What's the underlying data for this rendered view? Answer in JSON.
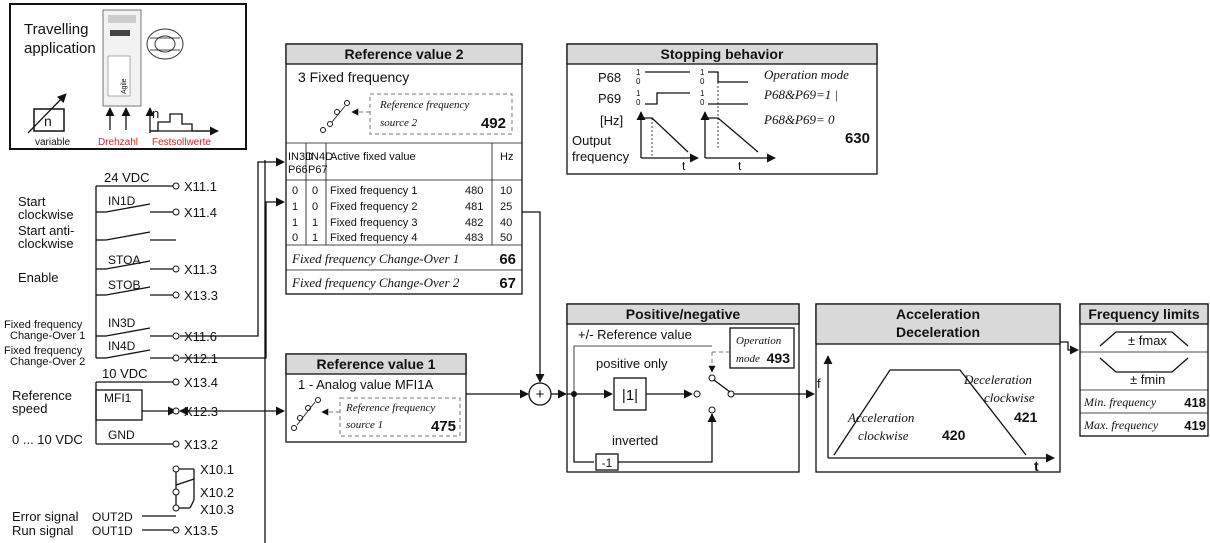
{
  "app_box": {
    "title_line1": "Travelling",
    "title_line2": "application",
    "icon_label": "n",
    "label_variable": "variable",
    "label_drehzahl": "Drehzahl",
    "label_festsollwerte": "Festsollwerte",
    "device_text": "Agile"
  },
  "terminals": {
    "supply_24": "24 VDC",
    "supply_10": "10 VDC",
    "x11_1": "X11.1",
    "x11_4": "X11.4",
    "x11_3": "X11.3",
    "x13_3": "X13.3",
    "x11_6": "X11.6",
    "x12_1": "X12.1",
    "x13_4": "X13.4",
    "x12_3": "X12.3",
    "x13_2": "X13.2",
    "x10_1": "X10.1",
    "x10_2": "X10.2",
    "x10_3": "X10.3",
    "x13_5": "X13.5",
    "in1d": "IN1D",
    "stoa": "STOA",
    "stob": "STOB",
    "in3d": "IN3D",
    "in4d": "IN4D",
    "mfi1": "MFI1",
    "gnd": "GND",
    "out2d": "OUT2D",
    "out1d": "OUT1D",
    "start_cw_1": "Start",
    "start_cw_2": "clockwise",
    "start_acw_1": "Start anti-",
    "start_acw_2": "clockwise",
    "enable": "Enable",
    "ffc1_1": "Fixed frequency",
    "ffc1_2": "Change-Over  1",
    "ffc2_1": "Fixed frequency",
    "ffc2_2": "Change-Over  2",
    "ref_speed_1": "Reference",
    "ref_speed_2": "speed",
    "range": "0 ... 10 VDC",
    "error_signal": "Error signal",
    "run_signal": "Run signal"
  },
  "ref2": {
    "title": "Reference value 2",
    "subtitle": "3 Fixed frequency",
    "source_l1": "Reference  frequency",
    "source_l2": "source 2",
    "source_num": "492",
    "col1a": "IN3D",
    "col1b": "P66",
    "col2a": "IN4D",
    "col2b": "P67",
    "col3": "Active fixed value",
    "col4": "Hz",
    "rows": [
      {
        "a": "0",
        "b": "0",
        "name": "Fixed frequency 1",
        "p": "480",
        "hz": "10"
      },
      {
        "a": "1",
        "b": "0",
        "name": "Fixed frequency 2",
        "p": "481",
        "hz": "25"
      },
      {
        "a": "1",
        "b": "1",
        "name": "Fixed frequency 3",
        "p": "482",
        "hz": "40"
      },
      {
        "a": "0",
        "b": "1",
        "name": "Fixed frequency 4",
        "p": "483",
        "hz": "50"
      }
    ],
    "changeover1": "Fixed frequency Change-Over 1",
    "changeover1_num": "66",
    "changeover2": "Fixed frequency Change-Over 2",
    "changeover2_num": "67"
  },
  "ref1": {
    "title": "Reference value 1",
    "subtitle": "1 - Analog value MFI1A",
    "source_l1": "Reference frequency",
    "source_l2": "source  1",
    "source_num": "475"
  },
  "stopping": {
    "title": "Stopping behavior",
    "p68": "P68",
    "p69": "P69",
    "one": "1",
    "zero": "0",
    "hz": "[Hz]",
    "out1": "Output",
    "out2": "frequency",
    "t": "t",
    "mode_l1": "Operation mode",
    "mode_l2": "P68&P69=1 |",
    "mode_l3": "P68&P69= 0",
    "num": "630"
  },
  "posneg": {
    "title": "Positive/negative",
    "ref_label": "+/- Reference value",
    "positive": "positive only",
    "abs": "|1|",
    "inverted": "inverted",
    "minus1": "-1",
    "op_l1": "Operation",
    "op_l2": "mode",
    "op_num": "493",
    "sum": "+"
  },
  "accel": {
    "title_l1": "Acceleration",
    "title_l2": "Deceleration",
    "f": "f",
    "t": "t",
    "acc_l1": "Acceleration",
    "acc_l2": "clockwise",
    "acc_num": "420",
    "dec_l1": "Deceleration",
    "dec_l2": "clockwise",
    "dec_num": "421"
  },
  "limits": {
    "title": "Frequency limits",
    "fmax": "± fmax",
    "fmin": "± fmin",
    "min_label": "Min. frequency",
    "min_num": "418",
    "max_label": "Max. frequency",
    "max_num": "419"
  }
}
